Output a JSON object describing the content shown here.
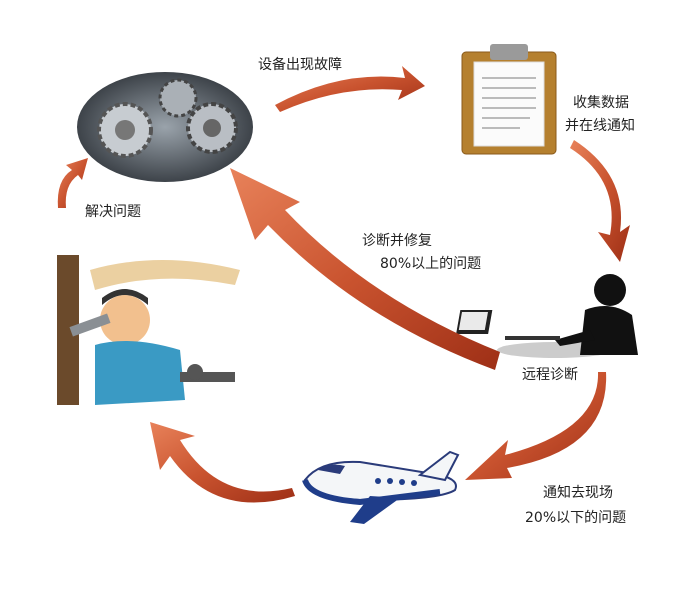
{
  "colors": {
    "arrow": "#c9532f",
    "arrow_dark": "#9e2f16",
    "arrow_light": "#e8825a"
  },
  "steps": {
    "fault": "设备出现故障",
    "collect_line1": "收集数据",
    "collect_line2": "并在线通知",
    "remote": "远程诊断",
    "diagnose_line1": "诊断并修复",
    "diagnose_line2": "80%以上的问题",
    "onsite_line1": "通知去现场",
    "onsite_line2": "20%以下的问题",
    "solve": "解决问题"
  }
}
